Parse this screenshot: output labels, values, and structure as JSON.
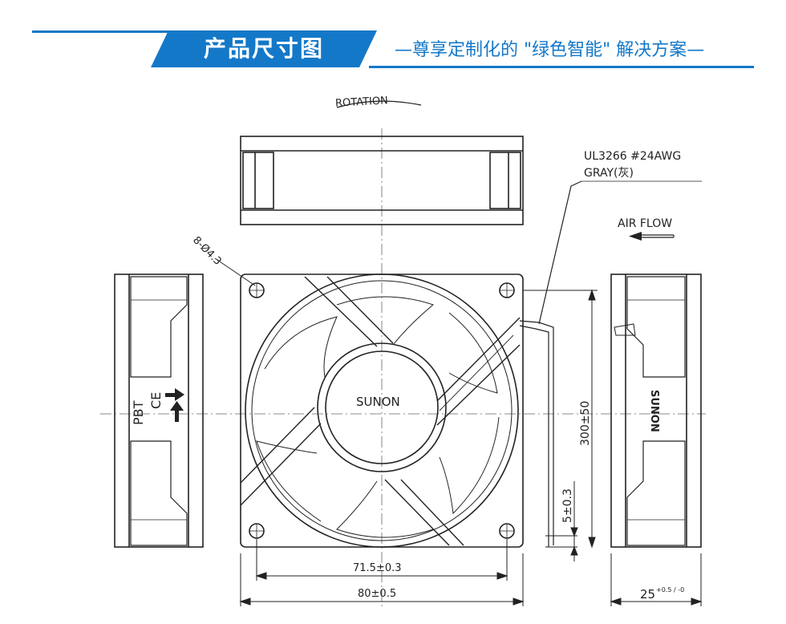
{
  "header": {
    "title": "产品尺寸图",
    "subtitle": "—尊享定制化的 \"绿色智能\" 解决方案—"
  },
  "drawing": {
    "rotation": "ROTATION",
    "wire_spec_line1": "UL3266  #24AWG",
    "wire_spec_line2": "GRAY(灰)",
    "air_flow": "AIR  FLOW",
    "holes": "8-Ø4.3",
    "brand": "SUNON",
    "brand_side": "SUNON",
    "pbt": "PBT",
    "ce_mark": "CE",
    "dim_wire_length": "300±50",
    "dim_strip": "5±0.3",
    "dim_hole_spacing": "71.5±0.3",
    "dim_width": "80±0.5",
    "dim_depth": "25",
    "dim_depth_tol": "+0.5 / -0"
  },
  "colors": {
    "accent": "#1478c8",
    "line": "#222222"
  }
}
